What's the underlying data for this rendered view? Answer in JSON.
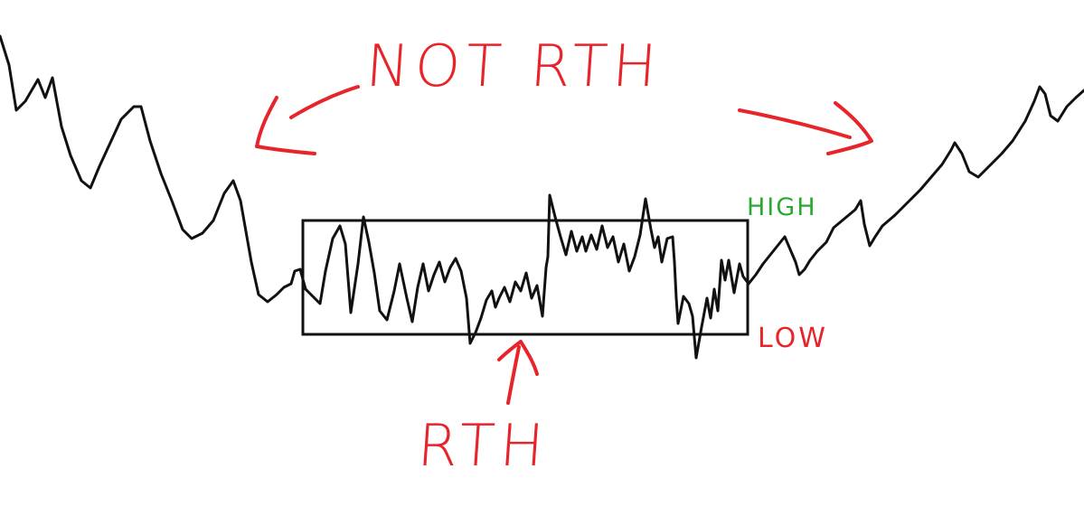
{
  "colors": {
    "background": "#ffffff",
    "price_line": "#111111",
    "annotation_red": "#e8242b",
    "annotation_green": "#2aa832"
  },
  "labels": {
    "not_rth": "NOT RTH",
    "rth": "RTH",
    "high": "HIGH",
    "low": "LOW"
  }
}
